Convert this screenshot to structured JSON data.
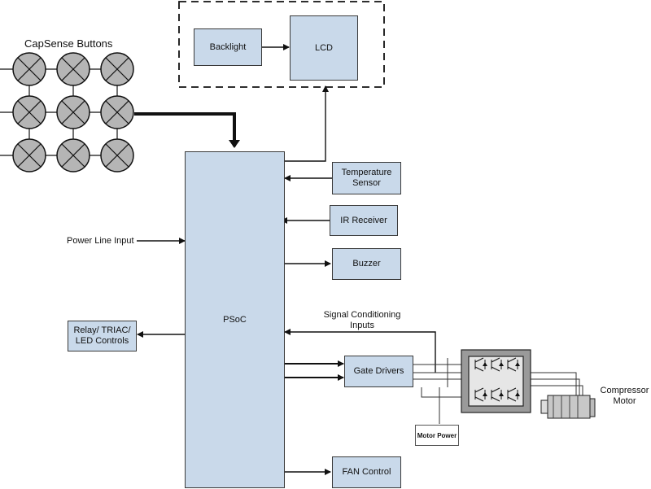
{
  "capsense": {
    "title": "CapSense Buttons",
    "rows": 3,
    "cols": 3
  },
  "blocks": {
    "backlight": "Backlight",
    "lcd": "LCD",
    "psoc": "PSoC",
    "temperature_sensor": "Temperature\nSensor",
    "ir_receiver": "IR Receiver",
    "buzzer": "Buzzer",
    "gate_drivers": "Gate Drivers",
    "fan_control": "FAN Control",
    "relay_controls": "Relay/ TRIAC/\nLED Controls",
    "motor_power": "Motor Power"
  },
  "labels": {
    "power_line_input": "Power Line Input",
    "signal_conditioning": "Signal Conditioning\nInputs",
    "compressor_motor": "Compressor\nMotor"
  },
  "colors": {
    "block_fill": "#c9d9ea",
    "button_fill": "#b5b5b5",
    "stroke": "#222222"
  }
}
